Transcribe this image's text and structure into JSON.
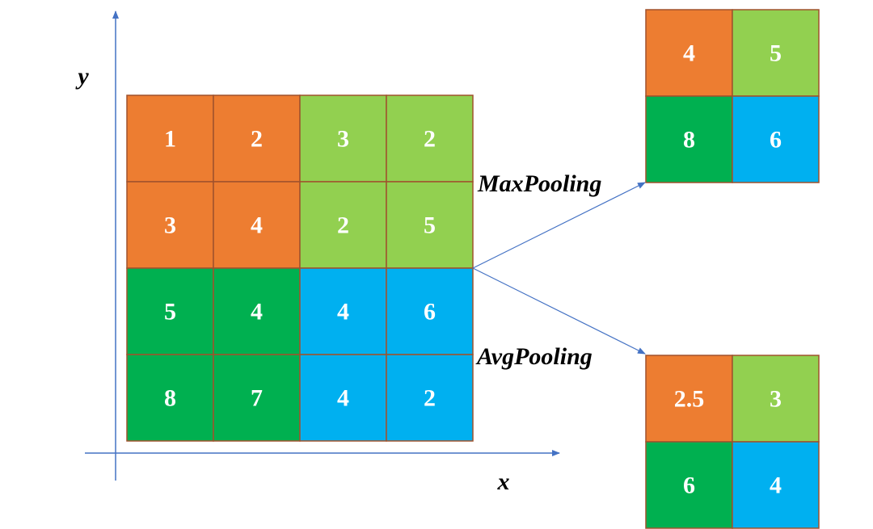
{
  "colors": {
    "orange": "#ED7D31",
    "light_green": "#92D050",
    "green": "#00B050",
    "blue": "#00B0F0",
    "cell_border": "#A0522D",
    "axis": "#4472C4",
    "cell_text": "#FFFFFF"
  },
  "axes": {
    "x_label": "x",
    "y_label": "y"
  },
  "input_grid": {
    "values": [
      [
        "1",
        "2",
        "3",
        "2"
      ],
      [
        "3",
        "4",
        "2",
        "5"
      ],
      [
        "5",
        "4",
        "4",
        "6"
      ],
      [
        "8",
        "7",
        "4",
        "2"
      ]
    ],
    "colors": [
      [
        "orange",
        "orange",
        "light_green",
        "light_green"
      ],
      [
        "orange",
        "orange",
        "light_green",
        "light_green"
      ],
      [
        "green",
        "green",
        "blue",
        "blue"
      ],
      [
        "green",
        "green",
        "blue",
        "blue"
      ]
    ]
  },
  "max_pooling": {
    "label": "MaxPooling",
    "values": [
      [
        "4",
        "5"
      ],
      [
        "8",
        "6"
      ]
    ],
    "colors": [
      [
        "orange",
        "light_green"
      ],
      [
        "green",
        "blue"
      ]
    ]
  },
  "avg_pooling": {
    "label": "AvgPooling",
    "values": [
      [
        "2.5",
        "3"
      ],
      [
        "6",
        "4"
      ]
    ],
    "colors": [
      [
        "orange",
        "light_green"
      ],
      [
        "green",
        "blue"
      ]
    ]
  }
}
